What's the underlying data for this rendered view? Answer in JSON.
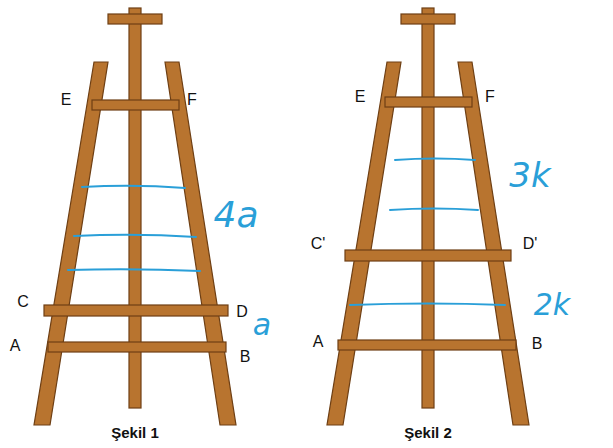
{
  "diagram": {
    "labels": [
      "E",
      "F",
      "4a",
      "C",
      "D",
      "a",
      "A",
      "B",
      "Şekil 1",
      "E",
      "F",
      "3k",
      "C'",
      "D'",
      "2k",
      "A",
      "B",
      "Şekil 2"
    ]
  }
}
